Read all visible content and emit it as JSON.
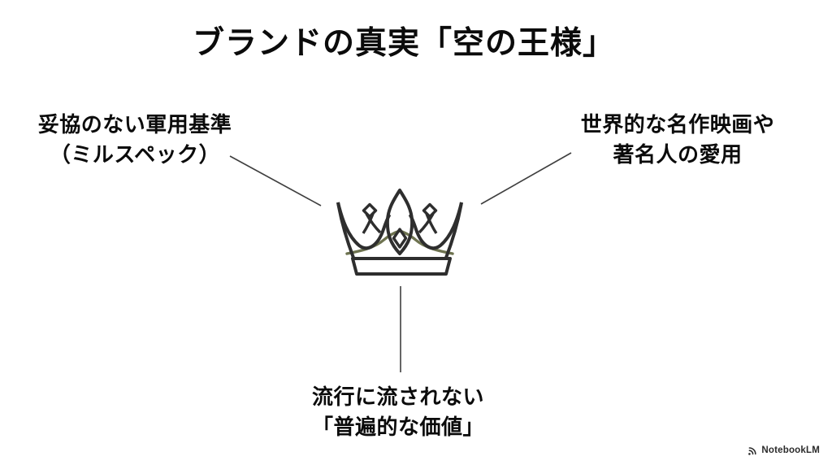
{
  "title": "ブランドの真実「空の王様」",
  "nodes": {
    "left": {
      "line1": "妥協のない軍用基準",
      "line2": "（ミルスペック）"
    },
    "right": {
      "line1": "世界的な名作映画や",
      "line2": "著名人の愛用"
    },
    "bottom": {
      "line1": "流行に流されない",
      "line2": "「普遍的な価値」"
    }
  },
  "icons": {
    "center": "crown-icon",
    "footer": "notebooklm-mark-icon"
  },
  "footer": {
    "brand": "NotebookLM"
  },
  "colors": {
    "text": "#0b0b0b",
    "line": "#3f3f3f",
    "crown_dark": "#2e2e2e",
    "crown_green": "#6e7350",
    "background": "#ffffff"
  }
}
